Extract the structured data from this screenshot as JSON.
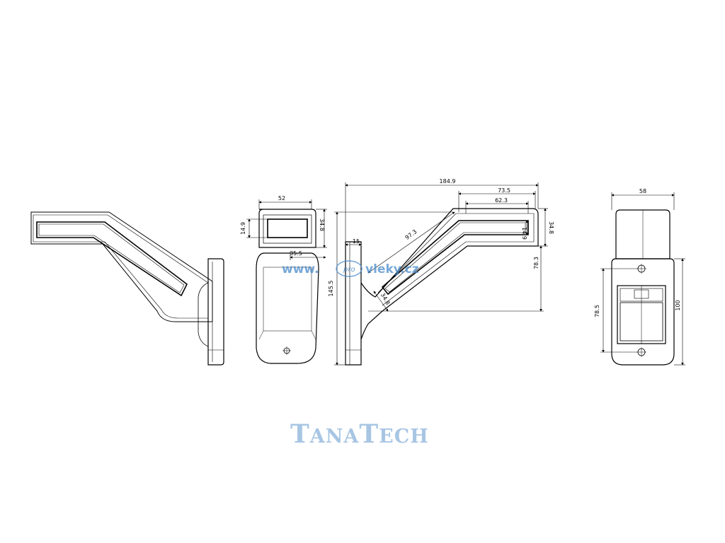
{
  "dimensions": {
    "view_front": {
      "width": "52",
      "lens_height": "14.9",
      "lens_outer": "34.8",
      "offset": "35.5"
    },
    "view_side": {
      "overall_length": "184.9",
      "top_segment": "73.5",
      "inner_segment": "62.3",
      "diagonal": "97.3",
      "base_thickness": "15",
      "total_height": "145.5",
      "arm_height": "78.3",
      "lens_height": "14.9",
      "lens_outer": "34.8",
      "arm_width": "34.8"
    },
    "view_base": {
      "width": "58",
      "hole_spacing": "78.5",
      "height": "100"
    }
  },
  "watermark": {
    "prefix": "www.",
    "pro": "pro",
    "suffix": "vleky.cz"
  },
  "brand": {
    "first": "T",
    "first_rest": "ANA",
    "second": "T",
    "second_rest": "ECH"
  },
  "colors": {
    "line": "#000000",
    "watermark": "#4a8ccc",
    "brand": "#a8c6e4"
  }
}
